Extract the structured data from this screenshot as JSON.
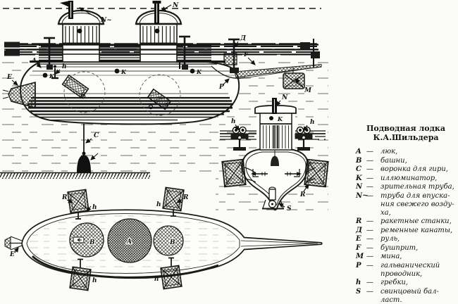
{
  "legend": {
    "title_line1": "Подводная лодка",
    "title_line2": "К.А.Шильдера",
    "dash": "—",
    "entries": [
      {
        "letter": "A",
        "label": "люк,"
      },
      {
        "letter": "B",
        "label": "башни,"
      },
      {
        "letter": "C",
        "label": "воронка для гири,"
      },
      {
        "letter": "K",
        "label": "иллюминатор,"
      },
      {
        "letter": "N",
        "label": "зрительная труба,"
      },
      {
        "letter": "N~",
        "label": "труба для впуска-\nния свежего возду-\nха,"
      },
      {
        "letter": "R",
        "label": "ракетные станки,"
      },
      {
        "letter": "Д",
        "label": "ременные канаты,"
      },
      {
        "letter": "E",
        "label": "руль,"
      },
      {
        "letter": "F",
        "label": "бушприт,"
      },
      {
        "letter": "M",
        "label": "мина,"
      },
      {
        "letter": "P",
        "label": "гальванический\nпроводник,"
      },
      {
        "letter": "h",
        "label": "гребки,"
      },
      {
        "letter": "S",
        "label": "свинцовый бал-\nласт."
      }
    ]
  },
  "callouts": {
    "hatch": "A",
    "tower": "B",
    "weight_funnel": "C",
    "porthole": "K",
    "scope_tube": "N",
    "air_tube": "N~",
    "rocket_stand": "R",
    "belt_rope": "Д",
    "rudder": "E",
    "bowsprit": "F",
    "mine": "M",
    "conductor": "P",
    "paddle": "h",
    "ballast": "S"
  }
}
